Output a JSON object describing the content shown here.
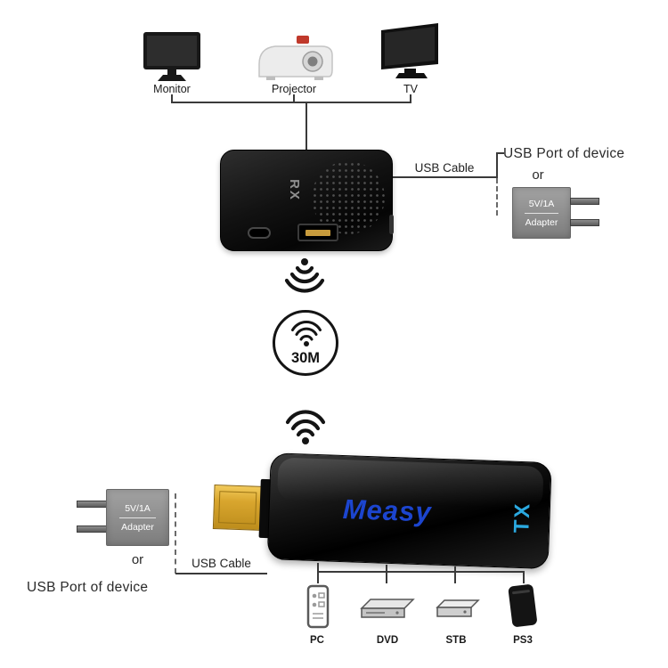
{
  "top_devices": {
    "monitor_label": "Monitor",
    "projector_label": "Projector",
    "tv_label": "TV"
  },
  "receiver": {
    "logo": "RX",
    "usb_cable_label": "USB Cable",
    "usb_port_label": "USB Port of device",
    "or_label": "or",
    "adapter": {
      "rating": "5V/1A",
      "name": "Adapter"
    }
  },
  "range_badge": {
    "distance": "30M"
  },
  "transmitter": {
    "brand": "Measy",
    "logo": "TX",
    "usb_cable_label": "USB Cable",
    "usb_port_label": "USB Port of device",
    "or_label": "or",
    "adapter": {
      "rating": "5V/1A",
      "name": "Adapter"
    }
  },
  "source_devices": {
    "pc_label": "PC",
    "dvd_label": "DVD",
    "stb_label": "STB",
    "ps3_label": "PS3"
  },
  "colors": {
    "brand_blue": "#1c45cf",
    "tx_blue": "#2ba9e0",
    "line_dark": "#3a3a3a",
    "adapter_gray": "#8f8f8f",
    "alert_red": "#c0392b",
    "hdmi_gold": "#d9a62e"
  }
}
